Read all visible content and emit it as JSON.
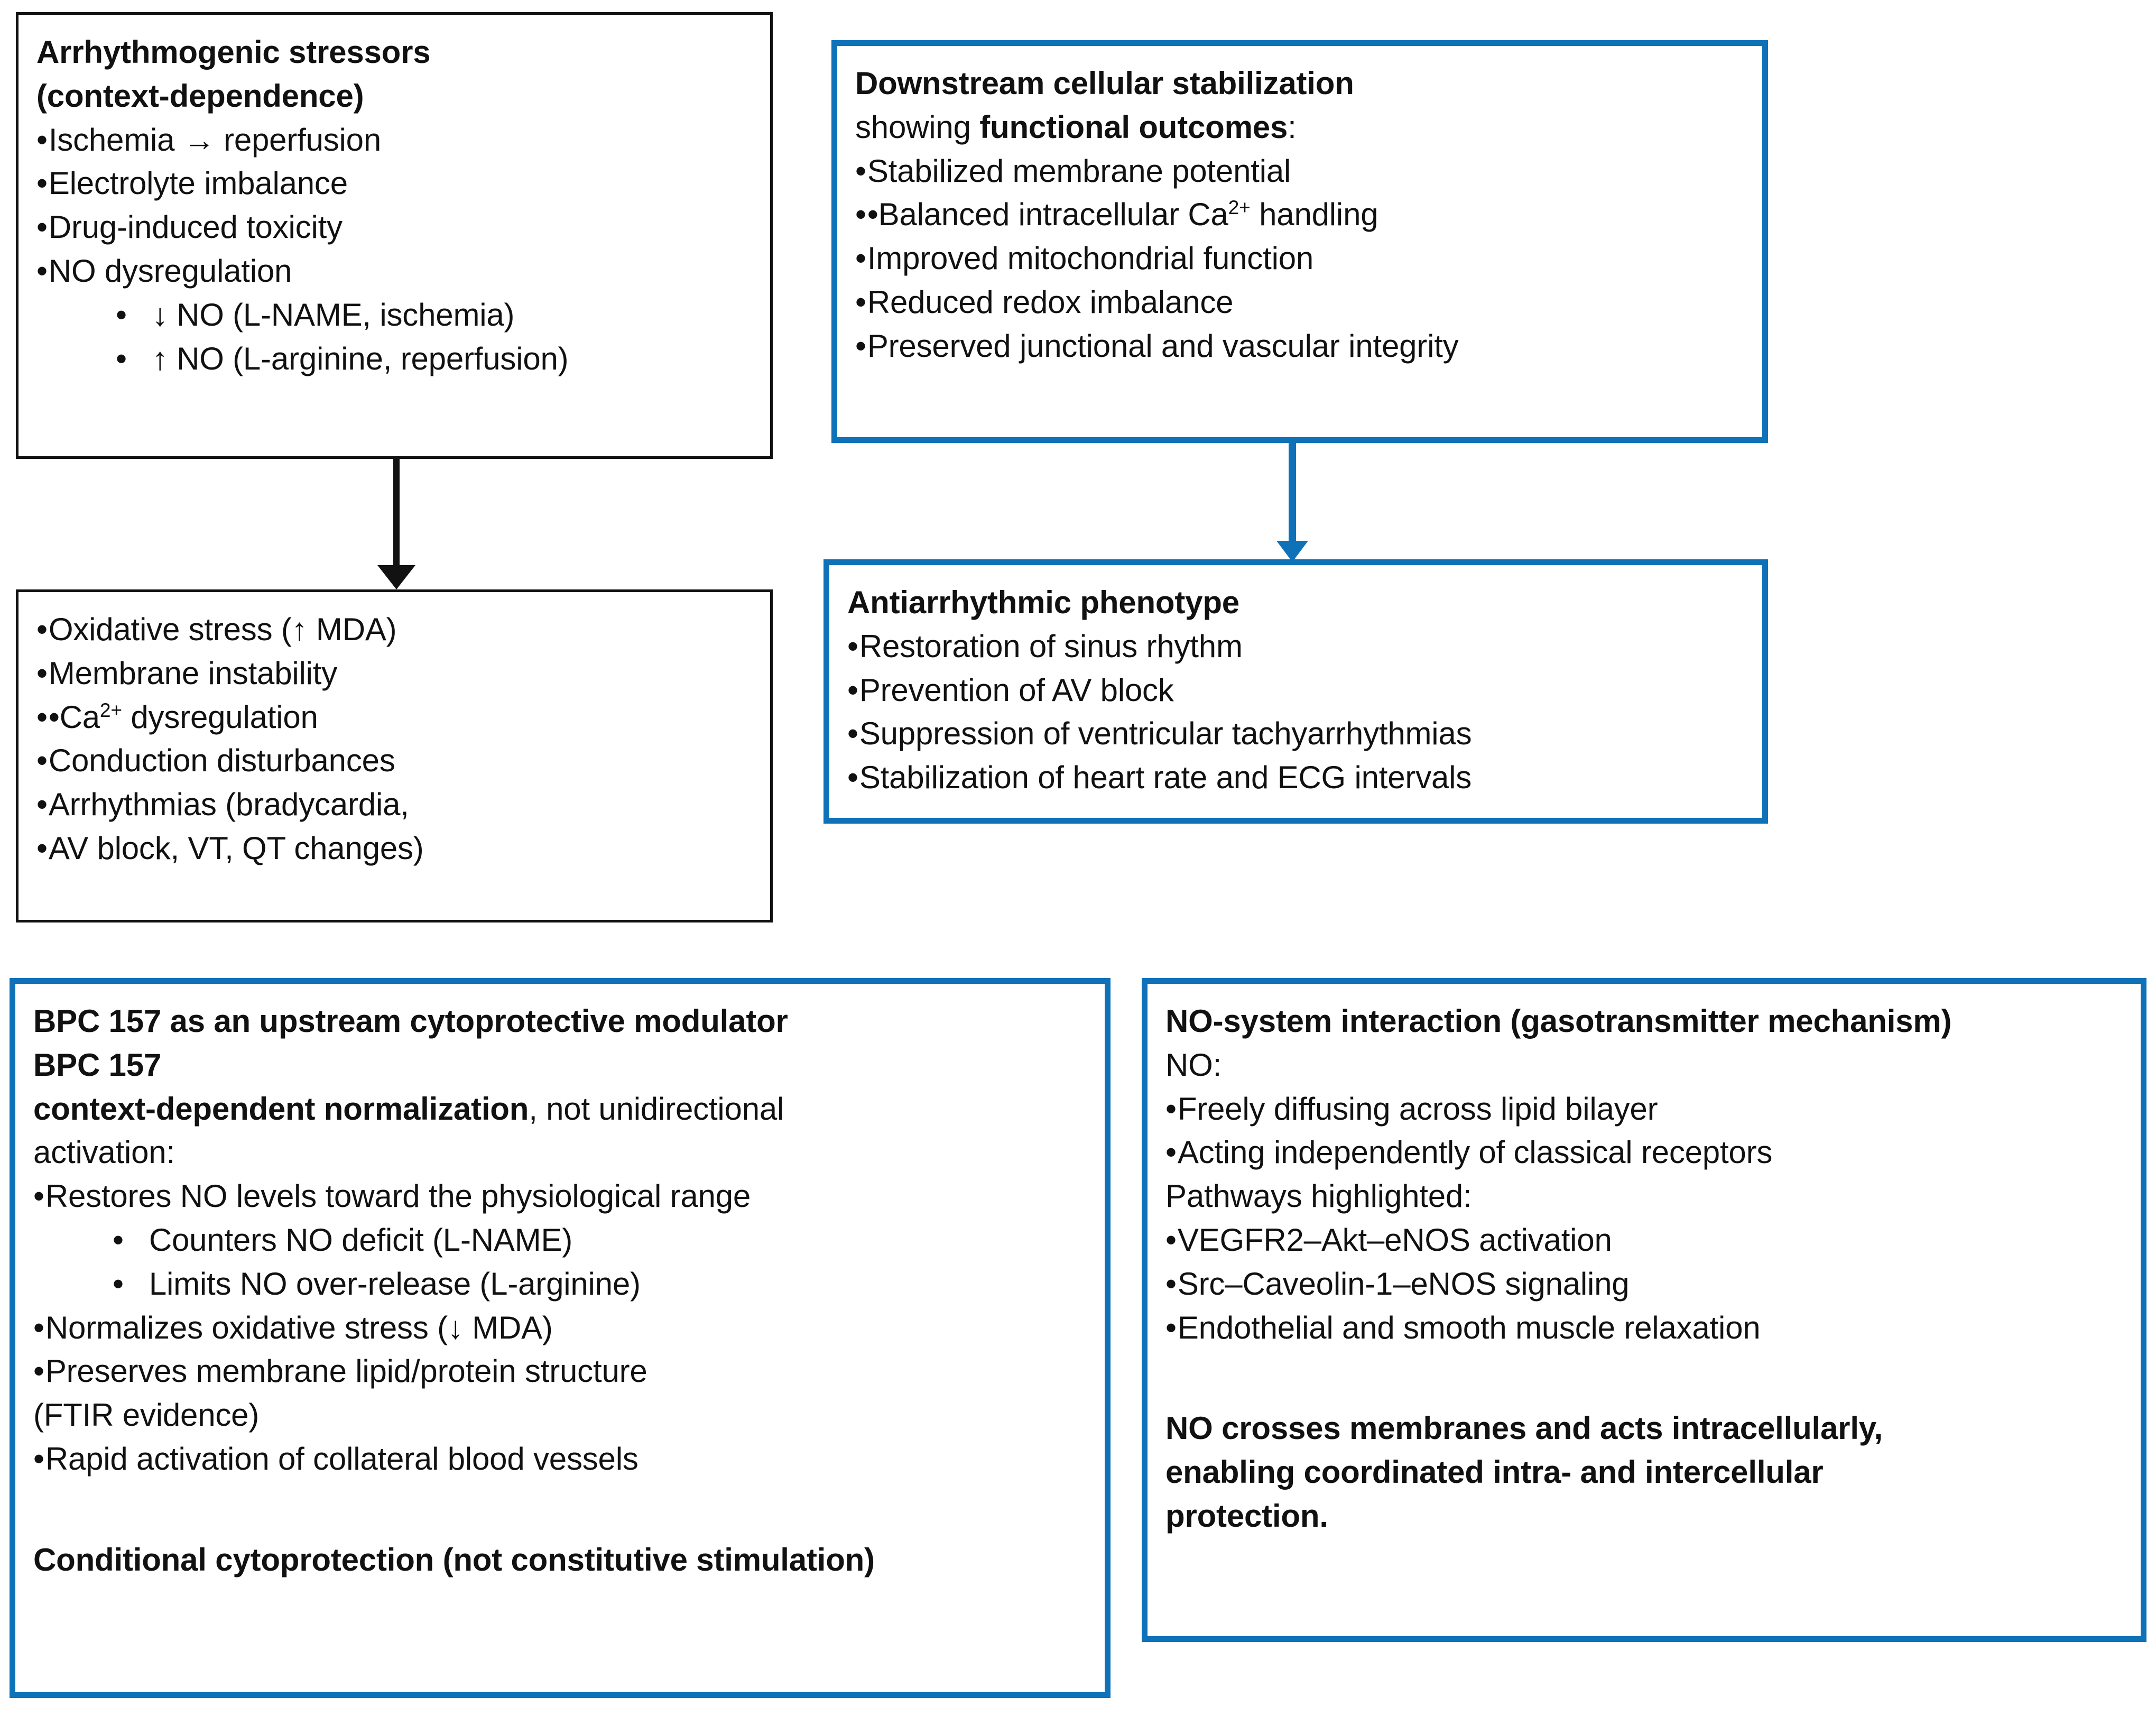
{
  "colors": {
    "accent_blue": "#0F72B8",
    "black": "#121212",
    "background": "#FFFFFF"
  },
  "boxes": {
    "arrhythmogenic_stressors": {
      "title_line_1": "Arrhythmogenic stressors",
      "title_line_2": "(context-dependence)",
      "bullets": [
        "Ischemia → reperfusion",
        "Electrolyte imbalance",
        "Drug-induced toxicity",
        "NO dysregulation"
      ],
      "sub_bullets": [
        "↓ NO (L-NAME, ischemia)",
        "↑ NO (L-arginine, reperfusion)"
      ]
    },
    "oxidative_stress": {
      "bullets": [
        "Oxidative stress (↑ MDA)",
        "Membrane instability",
        "Ca²⁺ dysregulation",
        "Conduction disturbances",
        "Arrhythmias (bradycardia,",
        "AV block, VT, QT changes)"
      ]
    },
    "downstream_cellular_stabilization": {
      "title": "Downstream cellular stabilization",
      "subtitle_prefix": "showing ",
      "subtitle_bold": "functional outcomes",
      "subtitle_suffix": ":",
      "bullets": [
        "Stabilized membrane potential",
        "Balanced intracellular Ca²⁺ handling",
        "Improved mitochondrial function",
        "Reduced redox imbalance",
        "Preserved junctional and vascular integrity"
      ]
    },
    "antiarrhythmic_phenotype": {
      "title": "Antiarrhythmic phenotype",
      "bullets": [
        "Restoration of sinus rhythm",
        "Prevention of AV block",
        "Suppression of ventricular tachyarrhythmias",
        "Stabilization of heart rate and ECG intervals"
      ]
    },
    "bpc157_modulator": {
      "title_line_1": "BPC 157 as an upstream cytoprotective modulator",
      "title_line_2": "BPC 157",
      "statement_bold": "context-dependent normalization",
      "statement_rest": ", not unidirectional",
      "statement_line_2": "activation:",
      "bullet_1": "Restores NO levels toward the physiological range",
      "sub_bullets": [
        "Counters NO deficit (L-NAME)",
        "Limits NO over-release (L-arginine)"
      ],
      "bullets_rest": [
        "Normalizes oxidative stress (↓ MDA)",
        "Preserves membrane lipid/protein structure"
      ],
      "continuation": "(FTIR evidence)",
      "bullet_last": "Rapid activation of collateral blood vessels",
      "footer": "Conditional cytoprotection (not constitutive stimulation)"
    },
    "no_system_interaction": {
      "title": "NO-system interaction (gasotransmitter mechanism)",
      "label_no": "NO:",
      "bullets_no": [
        "Freely diffusing across lipid bilayer",
        "Acting independently of classical receptors"
      ],
      "label_pathways": "Pathways highlighted:",
      "bullets_pathways": [
        "VEGFR2–Akt–eNOS activation",
        "Src–Caveolin-1–eNOS signaling",
        "Endothelial and smooth muscle relaxation"
      ],
      "footer_line_1": "NO crosses membranes and acts intracellularly,",
      "footer_line_2": "enabling coordinated intra- and intercellular",
      "footer_line_3": "protection."
    }
  },
  "connectors": [
    {
      "name": "stressors-to-oxidative-stress",
      "color": "#121212",
      "direction": "down"
    },
    {
      "name": "stabilization-to-phenotype",
      "color": "#0F72B8",
      "direction": "down"
    }
  ]
}
